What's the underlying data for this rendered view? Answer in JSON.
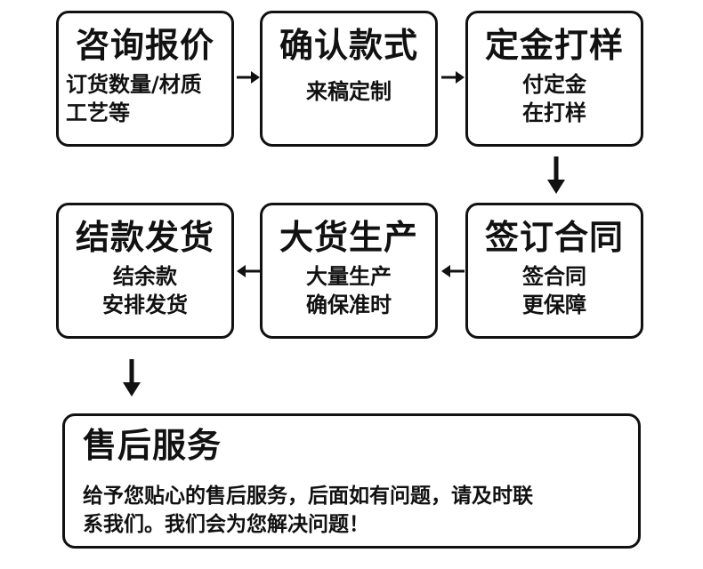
{
  "steps": [
    {
      "title": "咨询报价",
      "desc": [
        "订货数量/材质",
        "工艺等"
      ]
    },
    {
      "title": "确认款式",
      "desc": [
        "来稿定制"
      ]
    },
    {
      "title": "定金打样",
      "desc": [
        "付定金",
        "在打样"
      ]
    },
    {
      "title": "签订合同",
      "desc": [
        "签合同",
        "更保障"
      ]
    },
    {
      "title": "大货生产",
      "desc": [
        "大量生产",
        "确保准时"
      ]
    },
    {
      "title": "结款发货",
      "desc": [
        "结余款",
        "安排发货"
      ]
    }
  ],
  "service": {
    "title": "售后服务",
    "desc": [
      "给予您贴心的售后服务，后面如有问题，请及时联",
      "系我们。我们会为您解决问题！"
    ]
  },
  "colors": {
    "border": "#111111",
    "text": "#111111",
    "background": "#ffffff"
  }
}
